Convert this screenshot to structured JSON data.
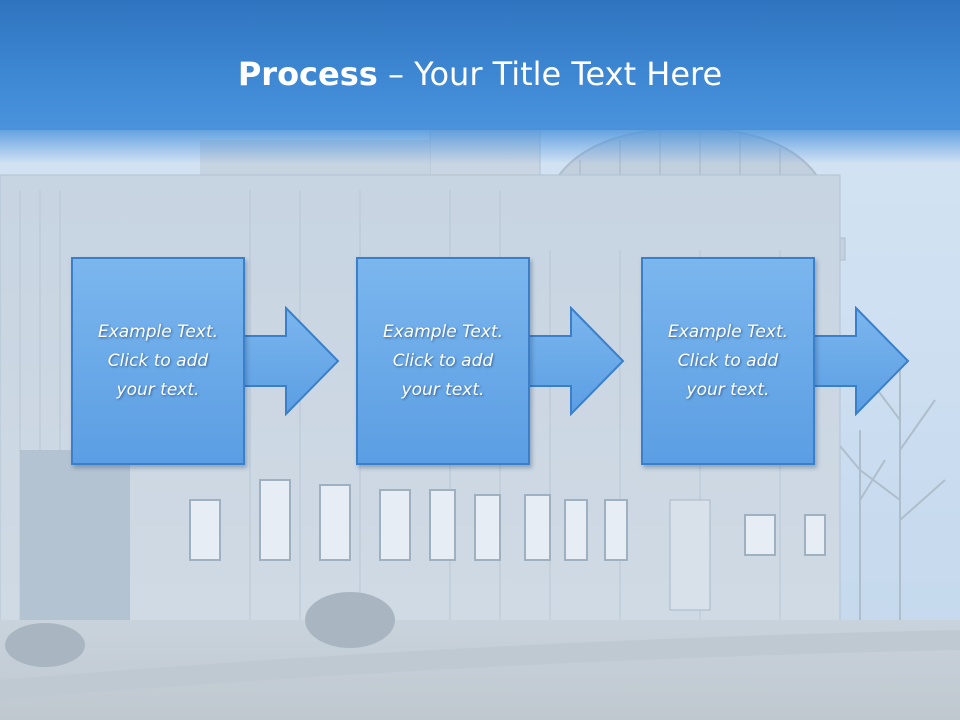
{
  "slide": {
    "title_bold": "Process",
    "title_rest": " – Your Title Text Here",
    "accent_color": "#4a93dc"
  },
  "steps": [
    {
      "text": "Example Text.\nClick  to add\nyour text."
    },
    {
      "text": "Example Text.\nClick  to add\nyour text."
    },
    {
      "text": "Example Text.\nClick  to add\nyour text."
    }
  ],
  "icons": {
    "step_connector": "right-arrow-icon"
  }
}
